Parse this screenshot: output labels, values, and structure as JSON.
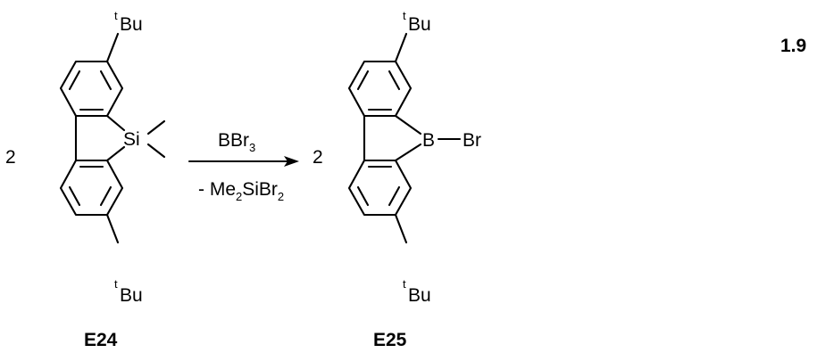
{
  "equation_number": "1.9",
  "reactant": {
    "stoich": "2",
    "label": "E24",
    "heteroatom": "Si",
    "substituent_sup": "t",
    "substituent": "Bu"
  },
  "reagent": {
    "above_main": "BBr",
    "above_sub": "3",
    "below_prefix": "- Me",
    "below_sub1": "2",
    "below_mid": "SiBr",
    "below_sub2": "2"
  },
  "product": {
    "stoich": "2",
    "label": "E25",
    "heteroatom": "B",
    "halide": "Br",
    "substituent_sup": "t",
    "substituent": "Bu"
  }
}
